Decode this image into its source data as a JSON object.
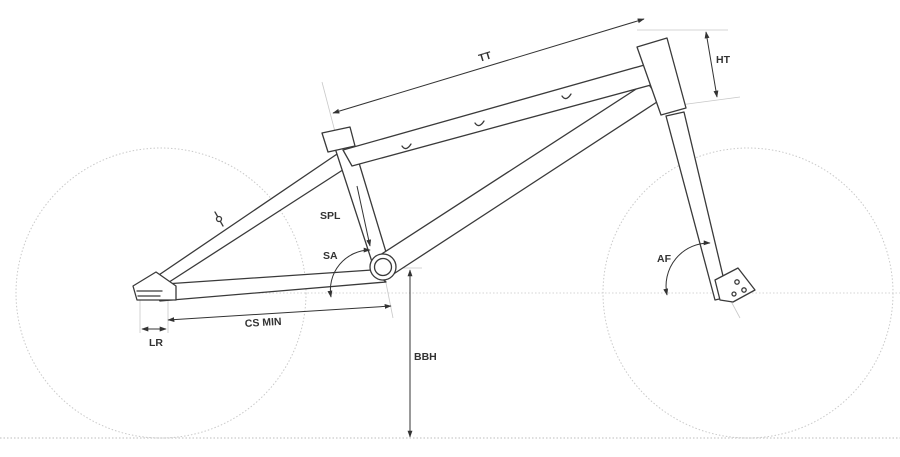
{
  "labels": {
    "tt": "TT",
    "ht": "HT",
    "spl": "SPL",
    "sa": "SA",
    "af": "AF",
    "cs_min": "CS MIN",
    "lr": "LR",
    "bbh": "BBH"
  }
}
